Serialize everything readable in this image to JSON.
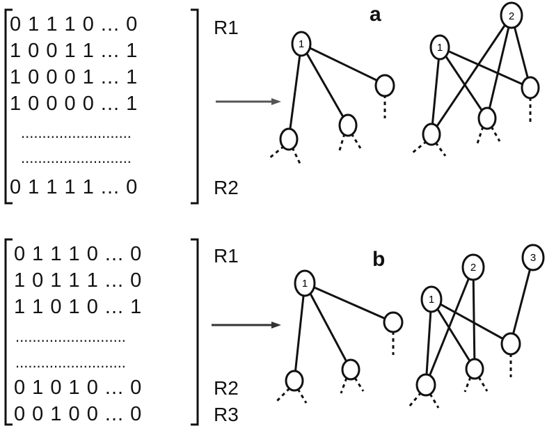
{
  "panel_a": {
    "label": "a",
    "matrix_rows": [
      "0 1 1 1 0 ... 0",
      "1 0 0 1 1 ... 1",
      "1 0 0 0 1 ... 1",
      "1 0 0 0 0 ... 1"
    ],
    "ellipsis_rows": [
      "..........................",
      ".........................."
    ],
    "last_row": "0 1 1 1 1 ... 0",
    "row_labels": {
      "first": "R1",
      "last": "R2"
    },
    "graph1_nodes": [
      "1"
    ],
    "graph2_nodes": [
      "1",
      "2"
    ]
  },
  "panel_b": {
    "label": "b",
    "matrix_rows": [
      "0 1 1 1 0 ... 0",
      "1 0 1 1 1 ... 0",
      "1 1 0 1 0 ... 1"
    ],
    "ellipsis_rows": [
      "..........................",
      ".........................."
    ],
    "last_rows": [
      "0 1 0 1 0 ... 0",
      "0 0 1 0 0 ... 0"
    ],
    "row_labels": {
      "first": "R1",
      "second_last": "R2",
      "last": "R3"
    },
    "graph1_nodes": [
      "1"
    ],
    "graph2_nodes": [
      "1",
      "2",
      "3"
    ]
  }
}
